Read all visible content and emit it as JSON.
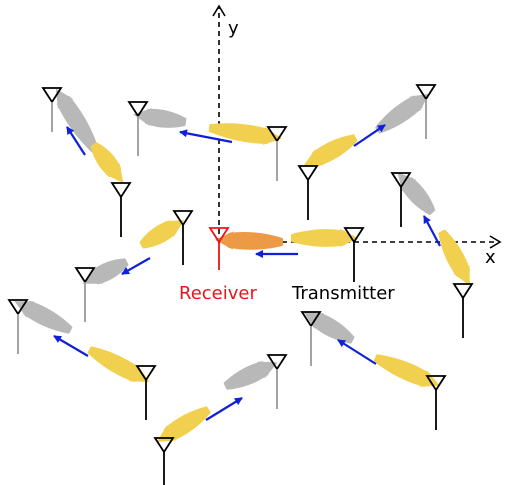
{
  "axes": {
    "x_label": "x",
    "y_label": "y"
  },
  "labels": {
    "receiver": "Receiver",
    "transmitter": "Transmitter"
  },
  "colors": {
    "beam_gray": "#b8b8b8",
    "beam_yellow": "#f1d04f",
    "beam_orange": "#ec9a45",
    "arrow_blue": "#1020d8",
    "receiver_red": "#e8141a",
    "antenna_black": "#000000",
    "axis_black": "#000000"
  },
  "icons": {
    "antenna": "antenna-icon",
    "beam": "beam-ellipse",
    "arrow": "direction-arrow-icon"
  }
}
